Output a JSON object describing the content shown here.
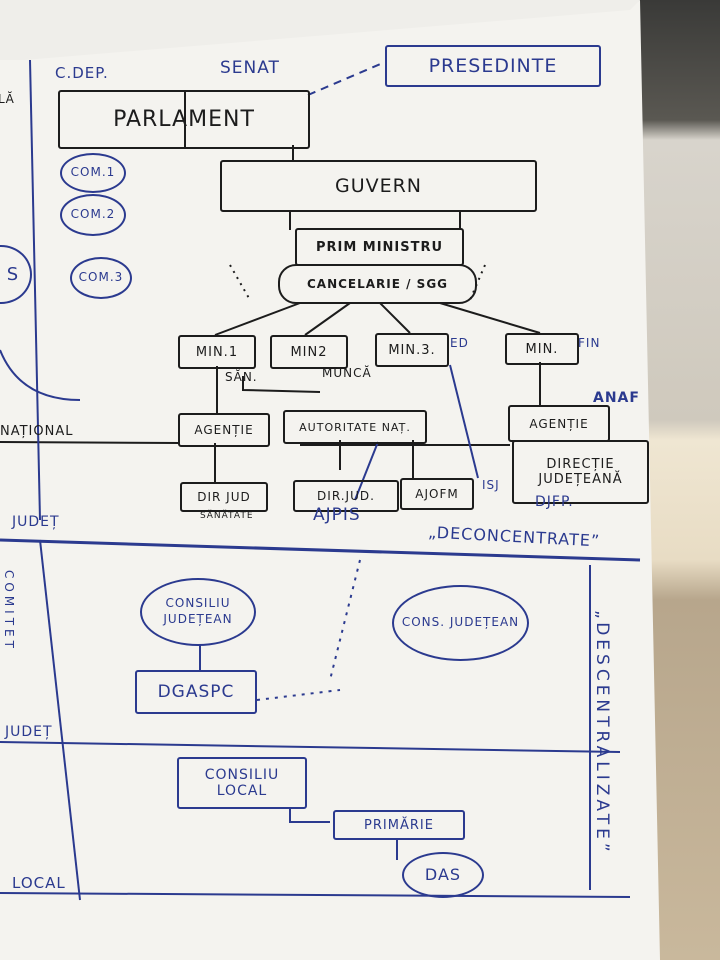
{
  "top": {
    "c_dep": "C.DEP.",
    "senat": "SENAT",
    "presedinte": "PRESEDINTE",
    "parlament": "PARLAMENT",
    "left_partial": "LĂ",
    "left_partial_s": "S"
  },
  "committees": [
    "COM.1",
    "COM.2",
    "COM.3"
  ],
  "guvern": "GUVERN",
  "prim_ministru": "PRIM MINISTRU",
  "cancelarie": "CANCELARIE / SGG",
  "ministries": [
    {
      "label": "MIN.1",
      "note": "SĂN."
    },
    {
      "label": "MIN2",
      "note": "MUNCĂ"
    },
    {
      "label": "MIN.3.",
      "note": "ED"
    },
    {
      "label": "MIN.",
      "note": "FIN"
    }
  ],
  "agencies": {
    "agentie1": "AGENȚIE",
    "autoritate": "AUTORITATE NAȚ.",
    "agentie2": "AGENȚIE",
    "anaf": "ANAF"
  },
  "levels": {
    "national": "NAȚIONAL",
    "judet1": "JUDEȚ",
    "judet2": "JUDEȚ",
    "local": "LOCAL"
  },
  "county_units": {
    "dir_jud_1": "DIR JUD",
    "sanatate": "SĂNĂTATE",
    "dir_jud_2": "DIR.JUD.",
    "ajpis": "AJPIS",
    "ajofm": "AJOFM",
    "isj": "ISJ",
    "directie": "DIRECȚIE JUDEȚEANĂ",
    "djfp": "DJFP."
  },
  "deconcentrate": "„DECONCENTRATE”",
  "descentralizate": "„DESCENTRALIZATE”",
  "comitet": "COMITET",
  "consiliu_judetean": "CONSILIU JUDEȚEAN",
  "cons_judetean": "CONS. JUDEȚEAN",
  "dgaspc": "DGASPC",
  "consiliu_local": "CONSILIU LOCAL",
  "primarie": "PRIMĂRIE",
  "das": "DAS"
}
